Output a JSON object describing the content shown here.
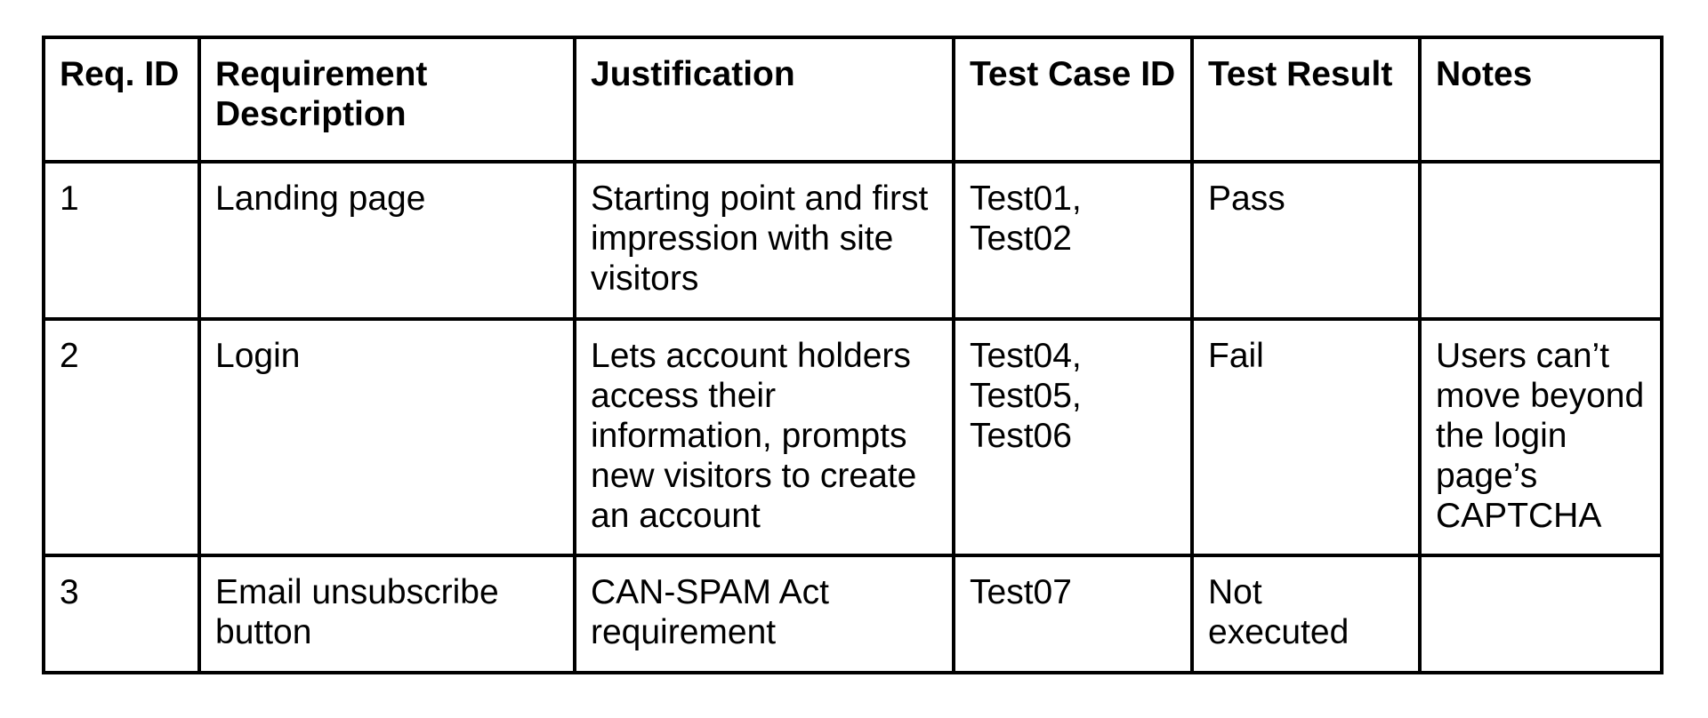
{
  "table": {
    "headers": [
      "Req. ID",
      "Requirement Description",
      "Justification",
      "Test Case ID",
      "Test Result",
      "Notes"
    ],
    "rows": [
      {
        "req_id": "1",
        "description": "Landing page",
        "justification": "Starting point and first impression with site visitors",
        "test_case_id": "Test01, Test02",
        "test_result": "Pass",
        "notes": ""
      },
      {
        "req_id": "2",
        "description": "Login",
        "justification": "Lets account holders access their information, prompts new visitors to create an account",
        "test_case_id": "Test04, Test05, Test06",
        "test_result": "Fail",
        "notes": "Users can’t move beyond the login page’s CAPTCHA"
      },
      {
        "req_id": "3",
        "description": "Email unsubscribe button",
        "justification": "CAN-SPAM Act requirement",
        "test_case_id": "Test07",
        "test_result": "Not executed",
        "notes": ""
      }
    ]
  },
  "colors": {
    "border": "#000000",
    "text": "#000000",
    "background": "#ffffff"
  }
}
